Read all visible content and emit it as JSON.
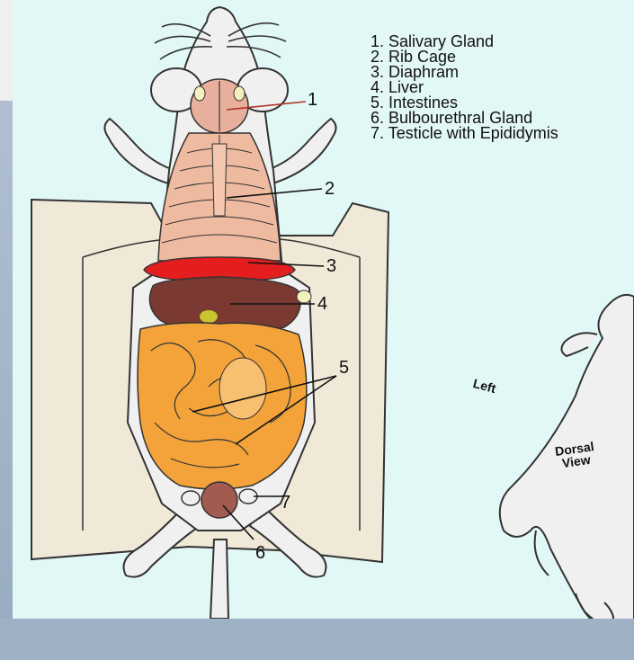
{
  "legend": {
    "items": [
      "1. Salivary Gland",
      "2. Rib Cage",
      "3. Diaphram",
      "4. Liver",
      "5. Intestines",
      "6. Bulbourethral Gland",
      "7. Testicle with Epididymis"
    ]
  },
  "labels": {
    "n1": "1",
    "n2": "2",
    "n3": "3",
    "n4": "4",
    "n5": "5",
    "n6": "6",
    "n7": "7"
  },
  "dorsal": {
    "left": "Left",
    "view_line1": "Dorsal",
    "view_line2": "View"
  },
  "colors": {
    "panel": "#e2f8f6",
    "skin": "#f0e9d8",
    "mouse": "#f0f0f0",
    "salivary": "#e8b09c",
    "ribcage": "#eebba0",
    "diaphragm": "#e41e1e",
    "liver": "#7a3a32",
    "intestines": "#f3a33a",
    "bulbourethral": "#a35a50"
  }
}
